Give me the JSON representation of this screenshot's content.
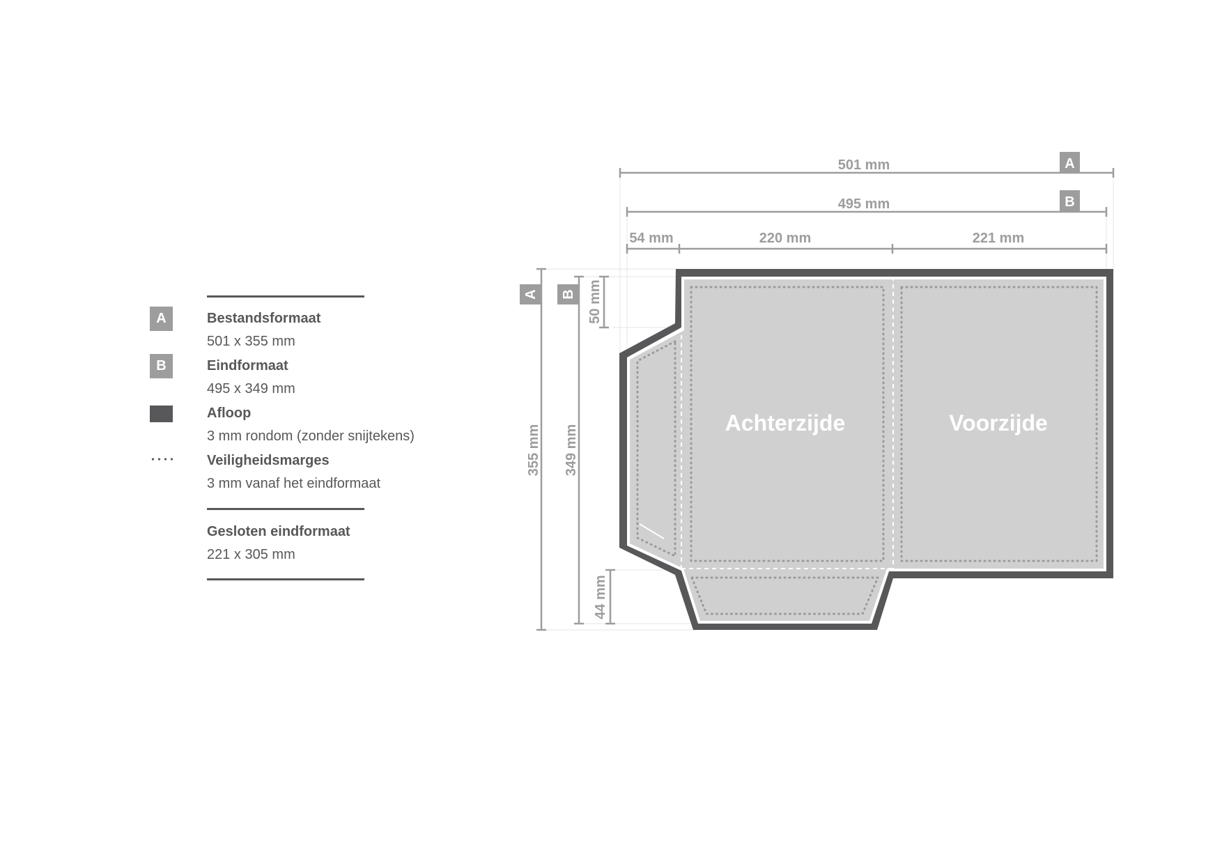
{
  "legend": {
    "items": [
      {
        "badge": "A",
        "label": "Bestandsformaat",
        "desc": "501 x 355 mm"
      },
      {
        "badge": "B",
        "label": "Eindformaat",
        "desc": "495 x 349 mm"
      },
      {
        "badge": "",
        "label": "Afloop",
        "desc": "3 mm rondom (zonder snijtekens)"
      },
      {
        "badge": "",
        "label": "Veiligheidsmarges",
        "desc": "3 mm vanaf het eindformaat"
      }
    ],
    "closed": {
      "label": "Gesloten eindformaat",
      "desc": "221 x 305 mm"
    }
  },
  "diagram": {
    "width_a": "501 mm",
    "width_b": "495 mm",
    "flap_width": "54 mm",
    "back_width": "220 mm",
    "front_width": "221 mm",
    "height_a": "355 mm",
    "height_b": "349 mm",
    "top_offset": "50 mm",
    "bottom_flap": "44 mm",
    "badge_a": "A",
    "badge_b": "B",
    "panel_back": "Achterzijde",
    "panel_front": "Voorzijde"
  },
  "colors": {
    "bleed": "#58585a",
    "paper": "#d0d0d0",
    "dimension": "#9d9d9d",
    "badge": "#9d9d9d"
  }
}
